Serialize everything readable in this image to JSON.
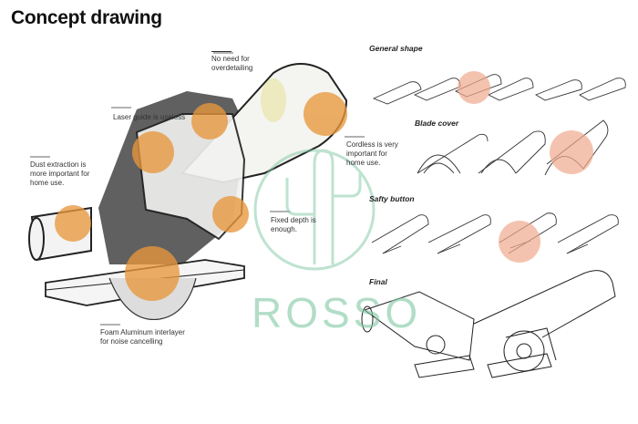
{
  "page": {
    "title": "Concept drawing"
  },
  "watermark": {
    "text": "ROSSO"
  },
  "annotations": [
    {
      "id": "no-detail",
      "text": "No need for overdetailing"
    },
    {
      "id": "laser",
      "text": "Laser guide is useless"
    },
    {
      "id": "dust",
      "text": "Dust extraction is more important for home use."
    },
    {
      "id": "cordless",
      "text": "Cordless is very important for home use."
    },
    {
      "id": "depth",
      "text": "Fixed depth is enough."
    },
    {
      "id": "foam",
      "text": "Foam Aluminum interlayer for noise cancelling"
    }
  ],
  "sections": {
    "general_shape": "General shape",
    "blade_cover": "Blade cover",
    "safety_button": "Safty button",
    "final": "Final"
  },
  "colors": {
    "highlight": "#e8973c",
    "highlight_soft": "#efa98d",
    "watermark": "#7fc8a2",
    "sketch": "#333333"
  }
}
